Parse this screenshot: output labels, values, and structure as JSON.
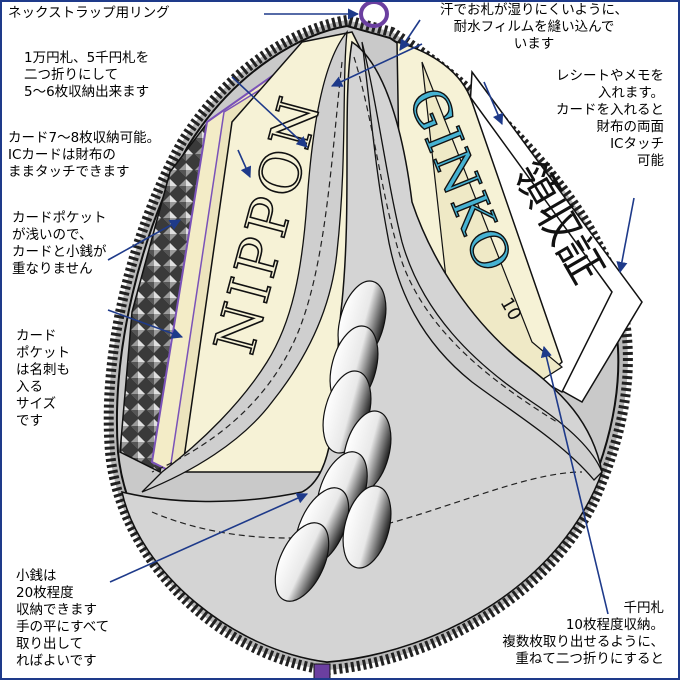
{
  "annotations": {
    "neck_strap_ring": "ネックストラップ用リング",
    "waterproof_film": [
      "汗でお札が湿りにくいように、",
      "耐水フィルムを縫い込んで",
      "います"
    ],
    "bills_folded": [
      "1万円札、5千円札を",
      "二つ折りにして",
      "5〜6枚収納出来ます"
    ],
    "cards_capacity": [
      "カード7〜8枚収納可能。",
      "ICカードは財布の",
      "ままタッチできます"
    ],
    "shallow_pocket": [
      "カードポケット",
      "が浅いので、",
      "カードと小銭が",
      "重なりません"
    ],
    "card_pocket_size": [
      "カード",
      "ポケット",
      "は名刺も",
      "入る",
      "サイズ",
      "です"
    ],
    "receipts": [
      "レシートやメモを",
      "入れます。",
      "カードを入れると",
      "財布の両面",
      "ICタッチ",
      "可能"
    ],
    "coins": [
      "小銭は",
      "20枚程度",
      "収納できます",
      "手の平にすべて",
      "取り出して",
      "ればよいです"
    ],
    "thousand_yen": [
      "千円札",
      "10枚程度収納。",
      "複数枚取り出せるように、",
      "重ねて二つ折りにすると"
    ]
  },
  "printed": {
    "bill_left": "NIPPON",
    "bill_right": "GINKO",
    "receipt": "領収証",
    "receipt_number": "10"
  },
  "colors": {
    "frame": "#1e3a8a",
    "arrow": "#1e3a8a",
    "ring": "#6b3fa0",
    "leather": "#c9c9c9",
    "inner": "#d4d4d4",
    "bill_cream": "#f6f2d6",
    "bill_blue": "#46b2d2",
    "card_edge": "#7a52b8"
  }
}
